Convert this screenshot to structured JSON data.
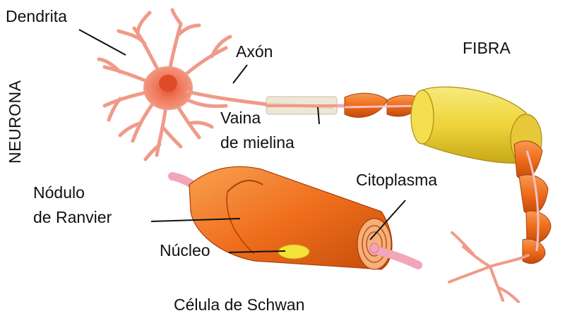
{
  "labels": {
    "dendrita": "Dendrita",
    "axon": "Axón",
    "fibra": "FIBRA",
    "neurona": "NEURONA",
    "vaina_line1": "Vaina",
    "vaina_line2": "de mielina",
    "citoplasma": "Citoplasma",
    "nodulo_line1": "Nódulo",
    "nodulo_line2": "de  Ranvier",
    "nucleo": "Núcleo",
    "celula": "Célula de Schwan"
  },
  "colors": {
    "neuron": "#f08c78",
    "neuron_dark": "#d8503a",
    "myelin_orange": "#ef6a14",
    "myelin_dark": "#b83c08",
    "sheath_yellow": "#f2dc4a",
    "sheath_yellow_dark": "#c9a81a",
    "axon_pink": "#f3a6b8",
    "nucleus": "#f2e23a"
  }
}
